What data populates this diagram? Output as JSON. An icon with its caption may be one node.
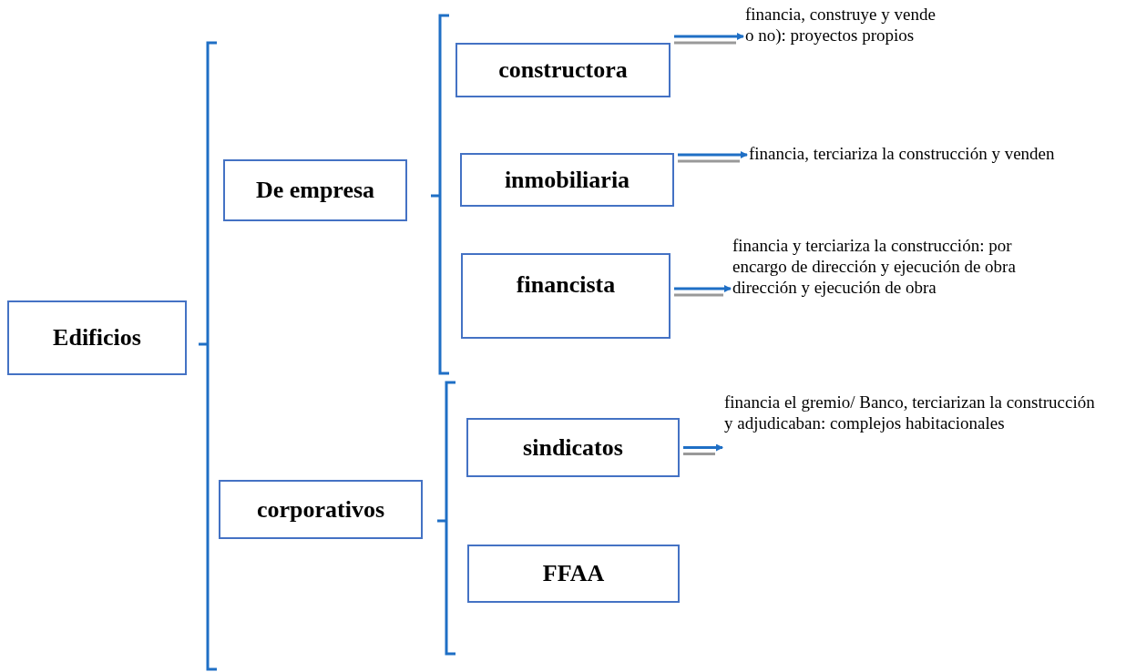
{
  "diagram": {
    "nodes": [
      {
        "text": [
          "Edificios"
        ]
      },
      {
        "text": [
          "De empresa"
        ]
      },
      {
        "text": [
          "constructora"
        ]
      },
      {
        "text": [
          "financia, construye y vende o no): proyectos propios"
        ]
      },
      {
        "text": [
          "inmobiliaria"
        ]
      },
      {
        "text": [
          "financia, terciariza la construcción y venden"
        ]
      },
      {
        "text": [
          "financista"
        ]
      },
      {
        "text": [
          "financia y terciariza la construcción: por encargo de dirección y ejecución de obra dirección y ejecución de obra"
        ]
      },
      {
        "text": [
          "corporativos"
        ]
      },
      {
        "text": [
          "sindicatos"
        ]
      },
      {
        "text": [
          "financia el gremio/ Banco, terciarizan la construcción y adjudicaban: complejos habitacionales"
        ]
      },
      {
        "text": [
          "FFAA"
        ]
      }
    ],
    "edges": [
      {
        "from": 2,
        "to": 3,
        "arrow": "to"
      },
      {
        "from": 4,
        "to": 5,
        "arrow": "to"
      },
      {
        "from": 6,
        "to": 7,
        "arrow": "to"
      },
      {
        "from": 9,
        "to": 10,
        "arrow": "to"
      }
    ]
  }
}
